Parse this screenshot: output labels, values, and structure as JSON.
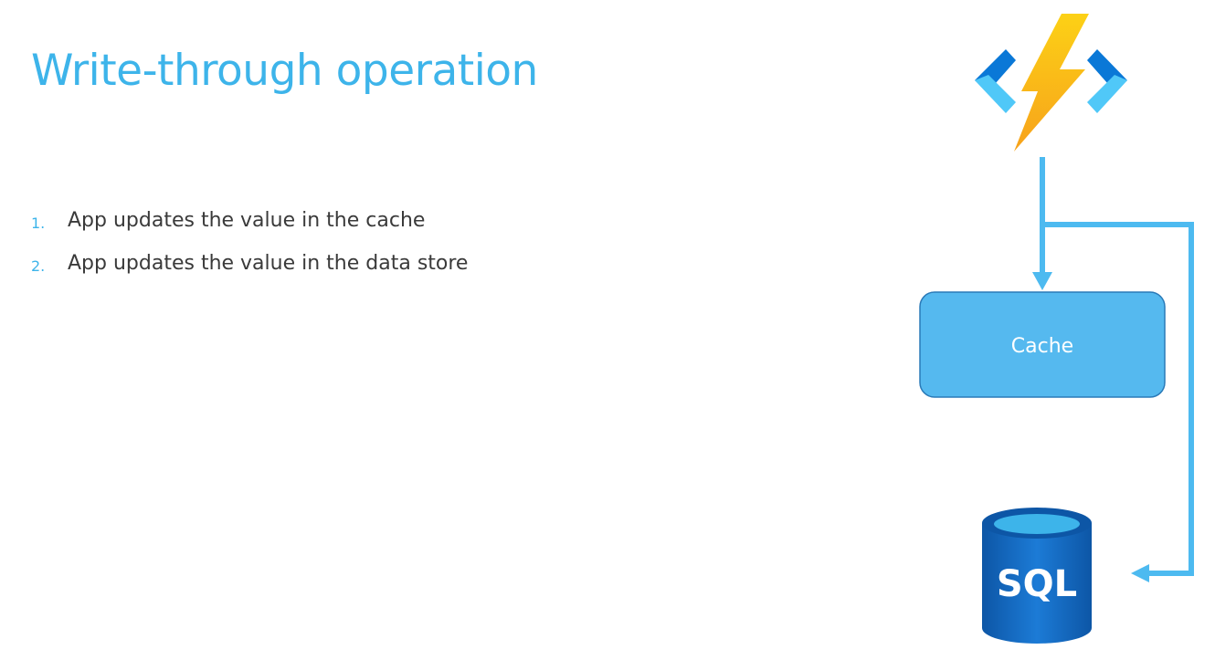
{
  "slide": {
    "title": "Write-through operation"
  },
  "steps": [
    {
      "number": "1.",
      "text": "App updates the value in the cache"
    },
    {
      "number": "2.",
      "text": "App updates the value in the data store"
    }
  ],
  "diagram": {
    "app_icon": "azure-functions-icon",
    "cache_label": "Cache",
    "datastore_icon": "sql-database-icon",
    "datastore_label": "SQL",
    "colors": {
      "accent": "#3db4ea",
      "arrow": "#4dbaf0",
      "cache_fill": "#55b9ef",
      "cache_border": "#2a7ab8",
      "sql_dark": "#0d56a6",
      "sql_light": "#1c7bd6",
      "bolt_yellow": "#fcd116",
      "bolt_orange": "#f7a21b",
      "bracket_dark": "#0a78d7",
      "bracket_light": "#50c8f8"
    }
  }
}
